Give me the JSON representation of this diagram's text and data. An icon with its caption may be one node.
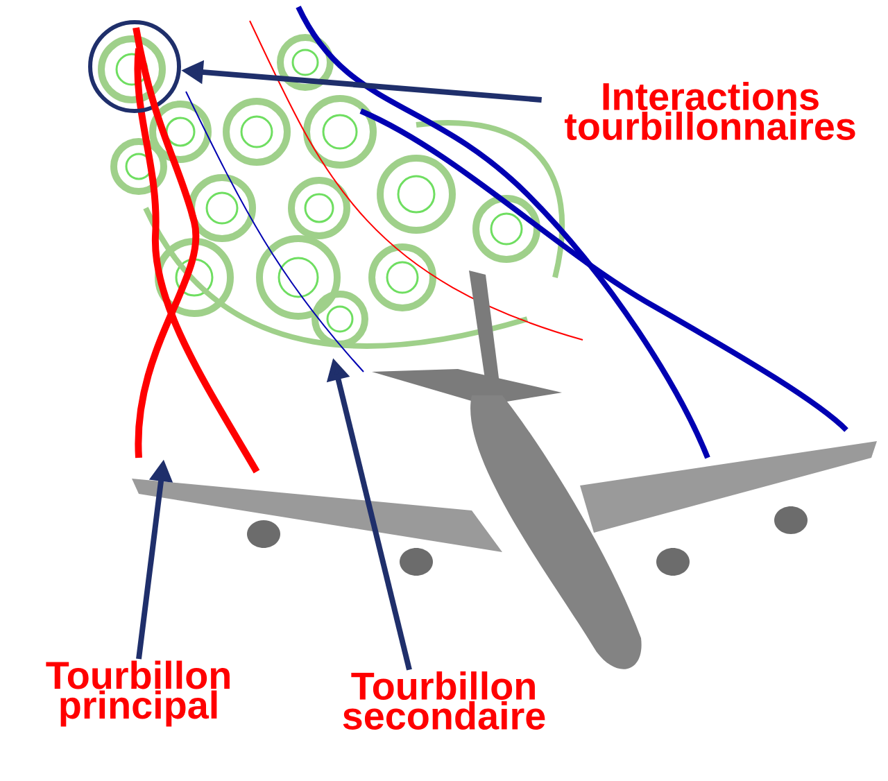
{
  "diagram": {
    "nodes": [
      {
        "text": [
          "Interactions tourbillonnaires"
        ]
      },
      {
        "text": [],
        "shape": "circle"
      },
      {
        "text": [
          "Tourbillon principal"
        ]
      },
      {
        "text": [
          "Tourbillon secondaire"
        ]
      },
      {
        "text": [],
        "shape": "line"
      },
      {
        "text": [],
        "shape": "line"
      }
    ],
    "edges": [
      {
        "from": 0,
        "to": 1,
        "arrow": "to"
      },
      {
        "from": 2,
        "to": 4,
        "arrow": "to"
      },
      {
        "from": 3,
        "to": 5,
        "arrow": "to"
      }
    ]
  }
}
